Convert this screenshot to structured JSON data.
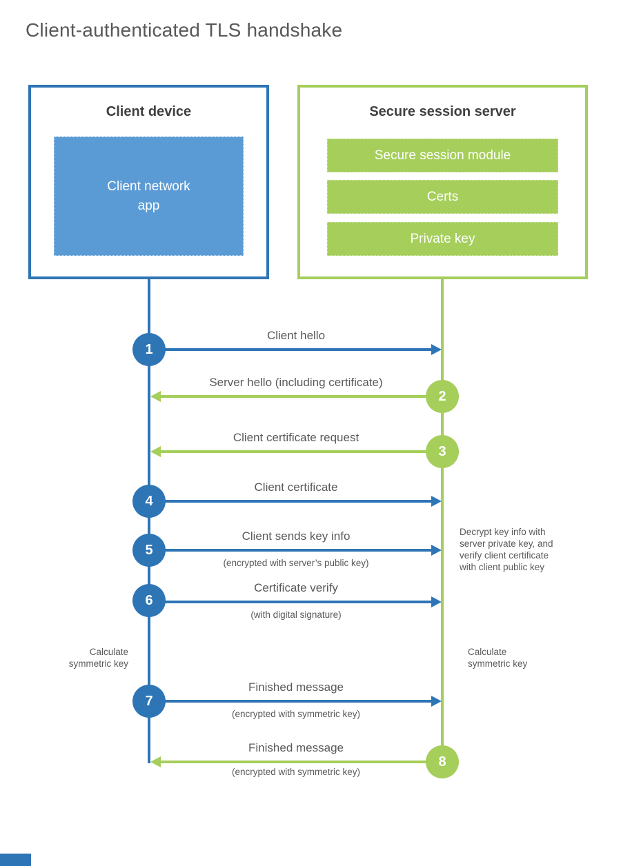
{
  "title": "Client-authenticated TLS handshake",
  "client_box": {
    "heading": "Client device",
    "app": "Client network\napp"
  },
  "server_box": {
    "heading": "Secure session server",
    "modules": [
      {
        "label": "Secure session module"
      },
      {
        "label": "Certs"
      },
      {
        "label": "Private key"
      }
    ]
  },
  "steps": [
    {
      "num": "1",
      "label": "Client hello",
      "from": "client",
      "to": "server"
    },
    {
      "num": "2",
      "label": "Server hello (including certificate)",
      "from": "server",
      "to": "client"
    },
    {
      "num": "3",
      "label": "Client certificate request",
      "from": "server",
      "to": "client"
    },
    {
      "num": "4",
      "label": "Client certificate",
      "from": "client",
      "to": "server"
    },
    {
      "num": "5",
      "label": "Client sends key info",
      "sublabel": "(encrypted with server’s public key)",
      "from": "client",
      "to": "server"
    },
    {
      "num": "6",
      "label": "Certificate verify",
      "sublabel": "(with digital signature)",
      "from": "client",
      "to": "server"
    },
    {
      "num": "7",
      "label": "Finished message",
      "sublabel": "(encrypted with symmetric key)",
      "from": "client",
      "to": "server"
    },
    {
      "num": "8",
      "label": "Finished message",
      "sublabel": "(encrypted with symmetric key)",
      "from": "server",
      "to": "client"
    }
  ],
  "notes": {
    "decrypt": "Decrypt key info with\nserver private key, and\nverify client certificate\nwith client public key",
    "calc_client": "Calculate\nsymmetric key",
    "calc_server": "Calculate\nsymmetric key"
  },
  "colors": {
    "client_blue": "#2e75b6",
    "client_fill_blue": "#5b9bd5",
    "server_green": "#a5ce5b",
    "text_gray": "#595959",
    "heading_dark": "#3f3f3f"
  }
}
